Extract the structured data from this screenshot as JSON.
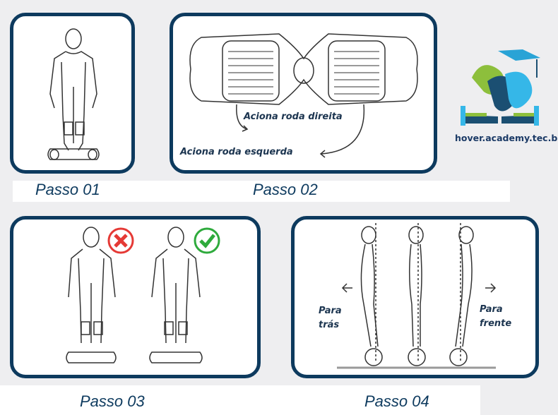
{
  "steps": {
    "s1": "Passo 01",
    "s2": "Passo 02",
    "s3": "Passo 03",
    "s4": "Passo 04"
  },
  "panel2": {
    "right_wheel": "Aciona roda direita",
    "left_wheel": "Aciona roda esquerda"
  },
  "panel4": {
    "back": "Para trás",
    "forward": "Para frente"
  },
  "logo": {
    "text": "hover.academy.tec.br"
  },
  "colors": {
    "border": "#0d3a5e",
    "wrong": "#e53935",
    "right": "#2eaa3c"
  }
}
